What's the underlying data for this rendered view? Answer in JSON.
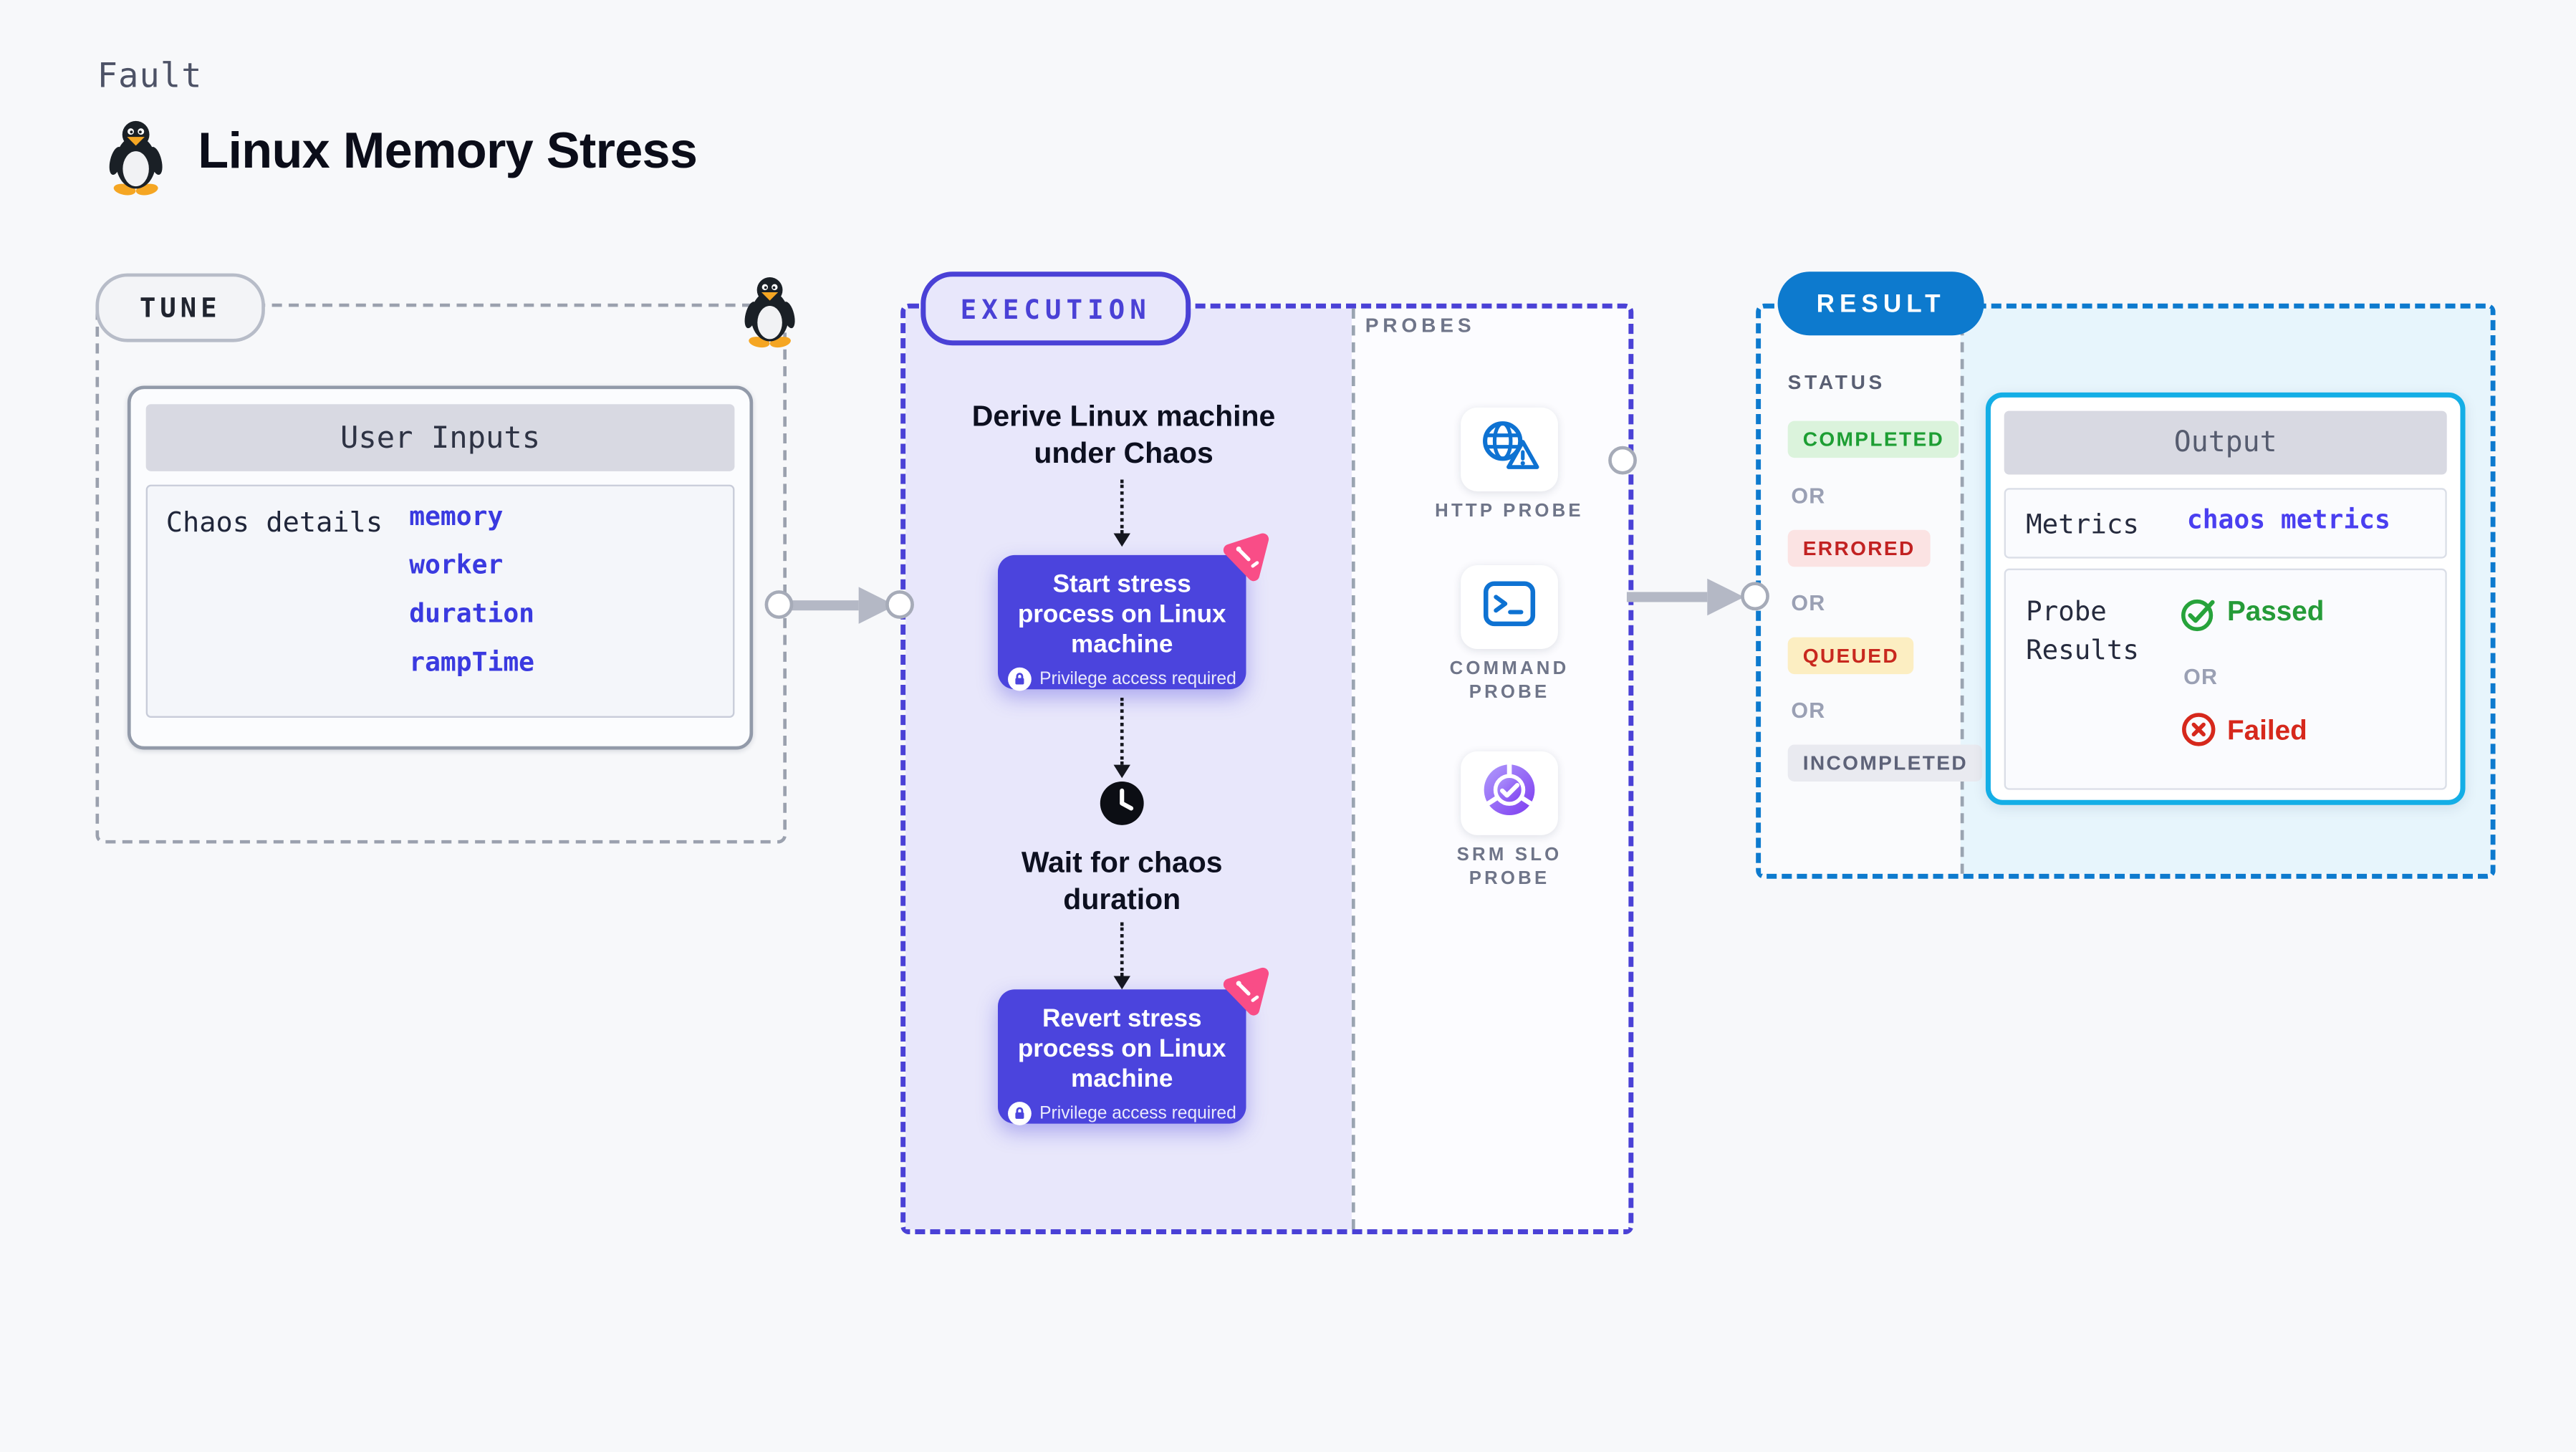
{
  "header": {
    "kind_label": "Fault",
    "title": "Linux Memory Stress"
  },
  "tune": {
    "label": "TUNE",
    "card_header": "User Inputs",
    "row_label": "Chaos details",
    "inputs": [
      {
        "name": "memory"
      },
      {
        "name": "worker"
      },
      {
        "name": "duration"
      },
      {
        "name": "rampTime"
      }
    ]
  },
  "execution": {
    "label": "EXECUTION",
    "derive_title": "Derive Linux machine under Chaos",
    "wait_title": "Wait for chaos duration",
    "steps": [
      {
        "title": "Start stress process on Linux machine",
        "privilege": "Privilege access required"
      },
      {
        "title": "Revert stress process on Linux machine",
        "privilege": "Privilege access required"
      }
    ]
  },
  "probes": {
    "label": "PROBES",
    "items": [
      {
        "name": "HTTP PROBE",
        "icon": "globe-warning-icon"
      },
      {
        "name": "COMMAND PROBE",
        "icon": "terminal-icon"
      },
      {
        "name": "SRM SLO PROBE",
        "icon": "slo-donut-check-icon"
      }
    ]
  },
  "result": {
    "label": "RESULT",
    "status_label": "STATUS",
    "or_label": "OR",
    "statuses": [
      {
        "text": "COMPLETED",
        "type": "completed"
      },
      {
        "text": "ERRORED",
        "type": "errored"
      },
      {
        "text": "QUEUED",
        "type": "queued"
      },
      {
        "text": "INCOMPLETED",
        "type": "incompleted"
      }
    ],
    "output": {
      "header": "Output",
      "metrics_label": "Metrics",
      "metrics_value": "chaos metrics",
      "probe_results_label": "Probe Results",
      "passed_label": "Passed",
      "failed_label": "Failed"
    }
  },
  "colors": {
    "page_bg": "#f7f8fa",
    "tune_border": "#9ba1ae",
    "execution_accent": "#4a41d6",
    "execution_panel_bg": "#e8e7fb",
    "step_card_bg": "#4b44dd",
    "litmus_pink": "#f94d87",
    "result_accent": "#0d7ace",
    "result_panel_bg": "#e7f5fc",
    "output_border": "#14aee6",
    "link_blue": "#3a3ae0",
    "probe_icon_blue": "#0e72d2",
    "slo_purple": "#7d3bf0",
    "passed_green": "#259b38",
    "failed_red": "#d6281c",
    "completed_bg": "#dbf3dc",
    "errored_bg": "#fbe3e3",
    "queued_bg": "#fceec2",
    "incompleted_bg": "#e9eaf0"
  }
}
